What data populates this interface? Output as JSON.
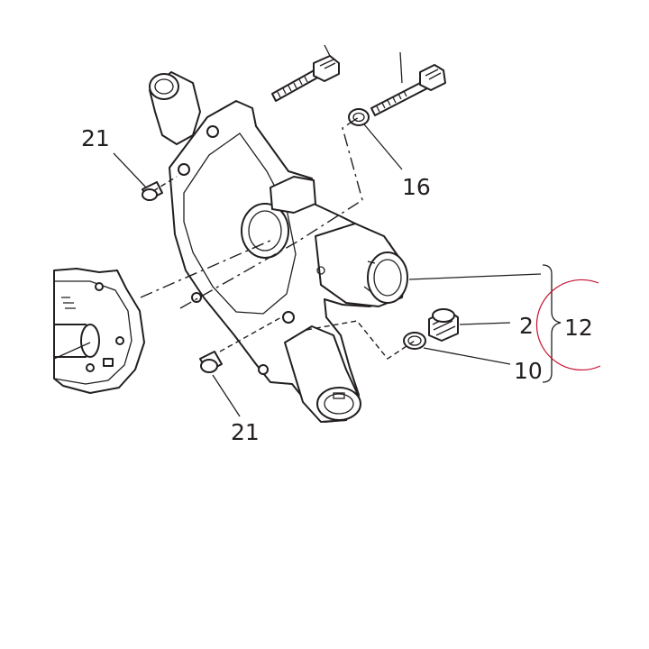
{
  "callouts": {
    "part_21_upper": "21",
    "part_16": "16",
    "part_2": "2",
    "part_12": "12",
    "part_10": "10",
    "part_21_lower": "21"
  },
  "colors": {
    "line": "#231f20",
    "highlight_circle": "#c8102e",
    "background": "#ffffff"
  },
  "icons": {
    "main": "thermostat-housing-assembly",
    "left": "water-pump-cover"
  }
}
